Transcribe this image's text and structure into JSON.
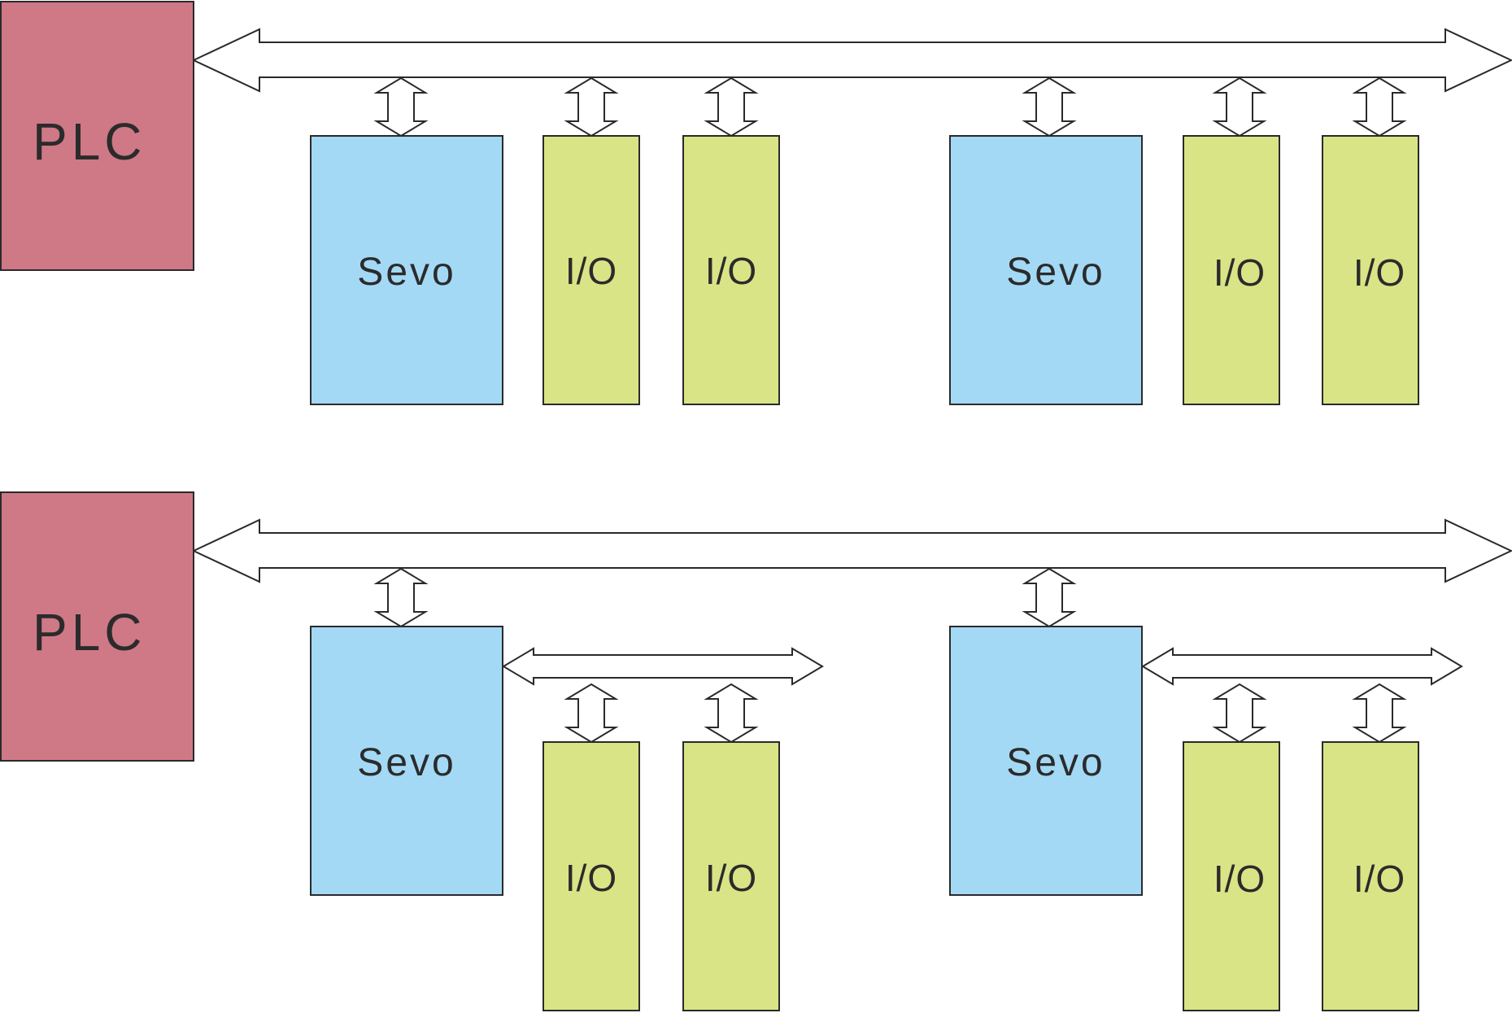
{
  "labels": {
    "plc": "PLC",
    "servo": "Sevo",
    "io": "I/O"
  },
  "colors": {
    "plc": "#cf7886",
    "servo": "#a3d9f5",
    "io": "#d9e486",
    "stroke": "#2a2a2a"
  }
}
